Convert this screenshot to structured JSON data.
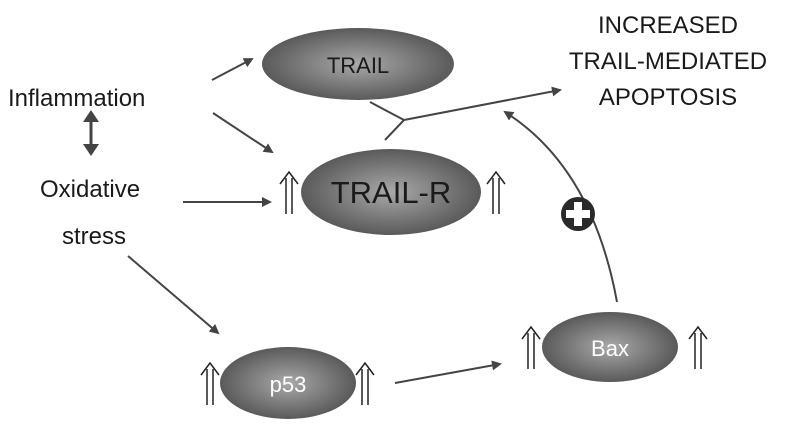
{
  "labels": {
    "inflammation": "Inflammation",
    "oxidative": "Oxidative",
    "stress": "stress",
    "outcome_line1": "INCREASED",
    "outcome_line2": "TRAIL-MEDIATED",
    "outcome_line3": "APOPTOSIS"
  },
  "nodes": {
    "trail": "TRAIL",
    "trail_r": "TRAIL-R",
    "p53": "p53",
    "bax": "Bax"
  },
  "symbols": {
    "up_arrow": "double-up-arrow-icon",
    "plus": "plus-circle-icon",
    "bidirectional": "double-headed-arrow-icon"
  },
  "colors": {
    "node_dark": "#4a4a4a",
    "node_light": "#a9a9a9",
    "line": "#444444",
    "text": "#1a1a1a"
  }
}
